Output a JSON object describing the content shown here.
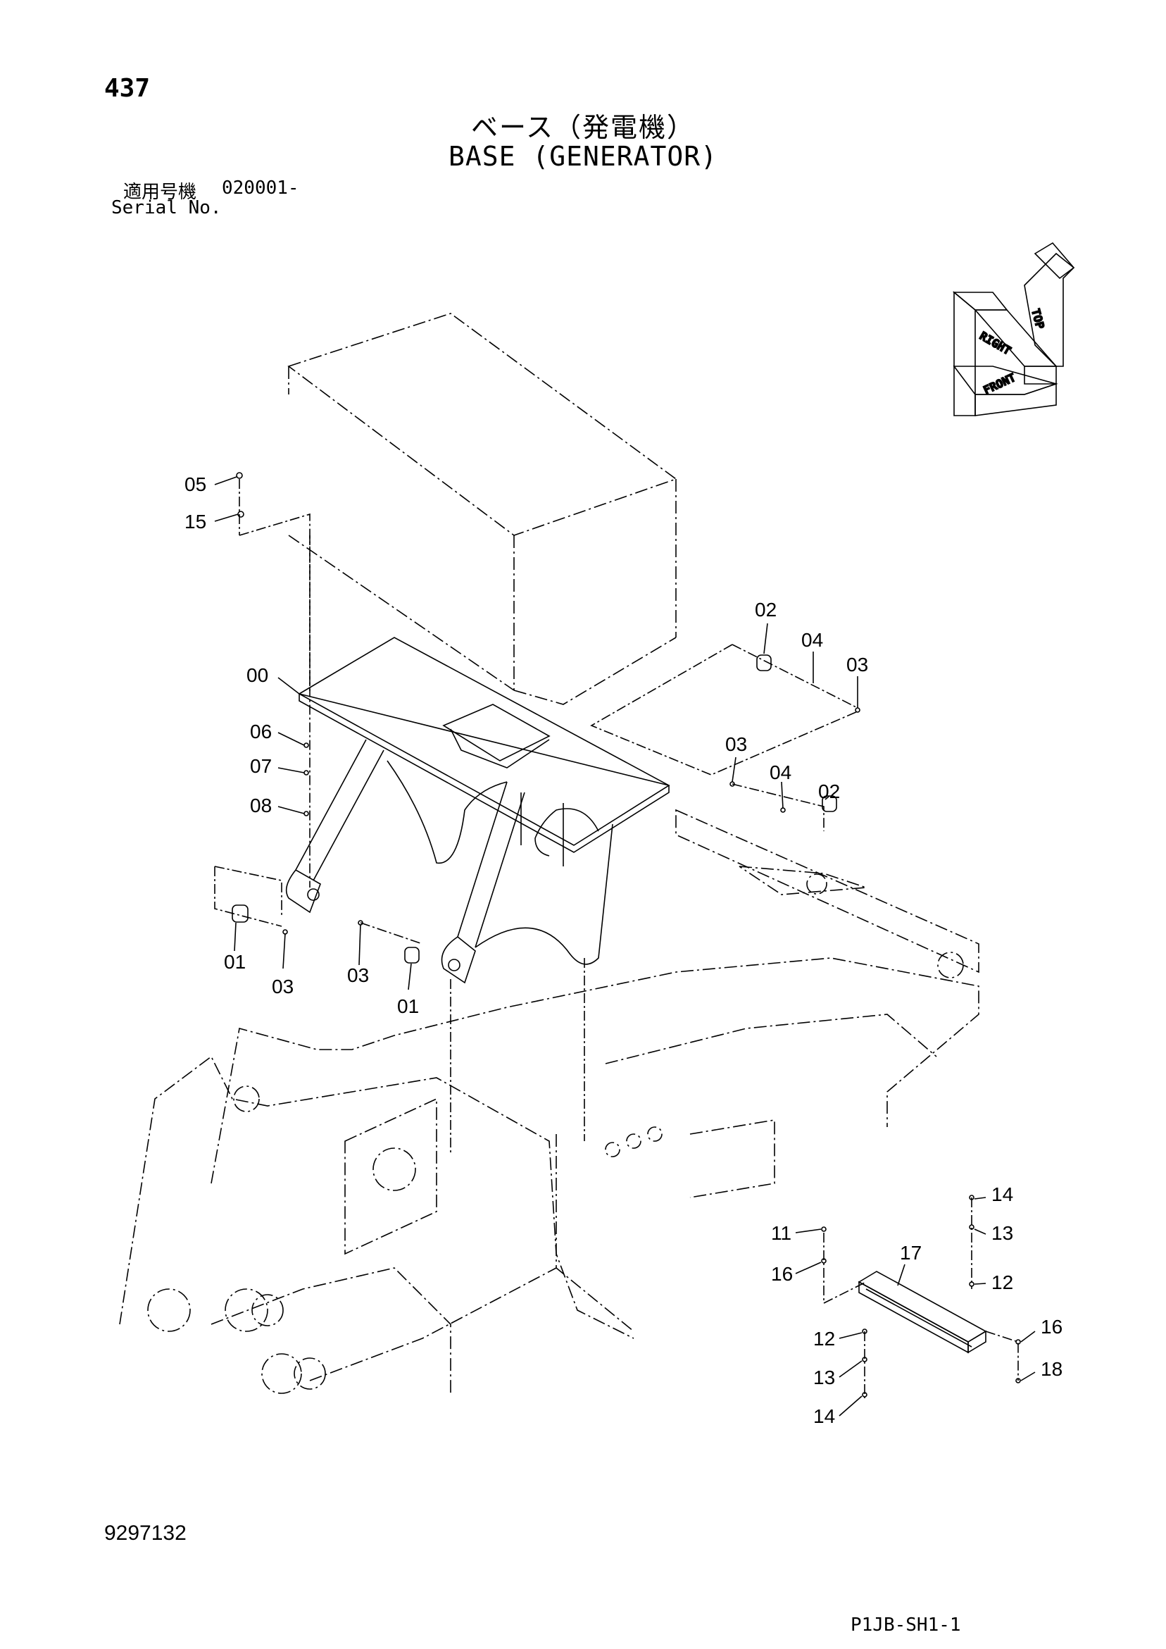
{
  "header": {
    "page_number": "437",
    "title_jp": "ベース（発電機）",
    "title_en": "BASE (GENERATOR)",
    "serial_label_jp": "適用号機",
    "serial_value": "020001-",
    "serial_label_en": "Serial No."
  },
  "orientation_labels": [
    "RIGHT",
    "TOP",
    "FRONT"
  ],
  "callouts": {
    "c05": "05",
    "c15a": "15",
    "c00": "00",
    "c06": "06",
    "c07": "07",
    "c08": "08",
    "c02a": "02",
    "c04a": "04",
    "c03a": "03",
    "c03b": "03",
    "c04b": "04",
    "c02b": "02",
    "c01a": "01",
    "c03c": "03",
    "c03d": "03",
    "c01b": "01",
    "c11": "11",
    "c16a": "16",
    "c17": "17",
    "c14a": "14",
    "c13a": "13",
    "c12a": "12",
    "c12b": "12",
    "c13b": "13",
    "c14b": "14",
    "c16b": "16",
    "c18": "18"
  },
  "footer": {
    "doc_number": "9297132",
    "sheet_code": "P1JB-SH1-1"
  }
}
